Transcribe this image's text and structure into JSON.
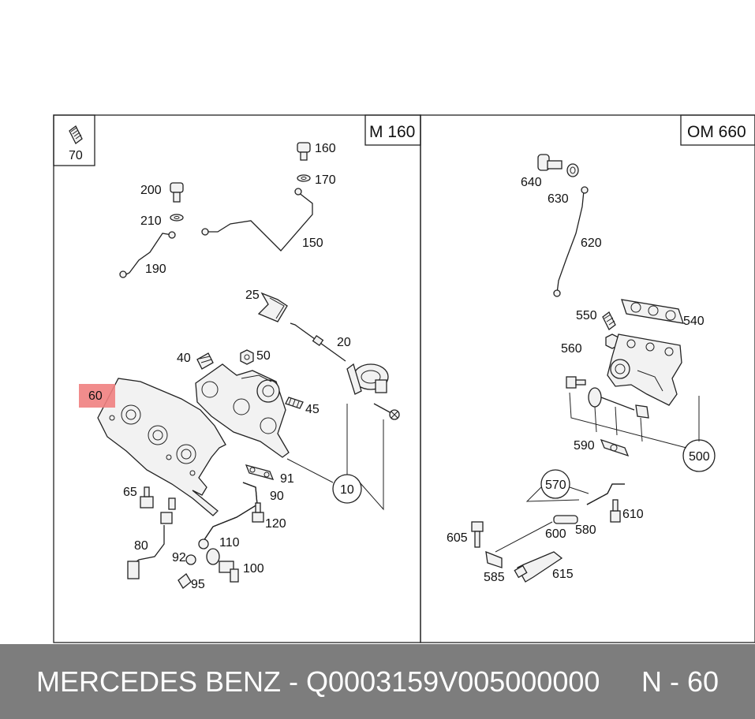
{
  "panels": {
    "left": {
      "engine": "M 160",
      "corner_ref": "70"
    },
    "right": {
      "engine": "OM 660"
    }
  },
  "highlight_label": "60",
  "labels_left": {
    "p160": "160",
    "p170": "170",
    "p200": "200",
    "p210": "210",
    "p150": "150",
    "p190": "190",
    "p25": "25",
    "p20": "20",
    "p40": "40",
    "p50": "50",
    "p45": "45",
    "p10": "10",
    "p91": "91",
    "p90": "90",
    "p65": "65",
    "p120": "120",
    "p80": "80",
    "p110": "110",
    "p92": "92",
    "p100": "100",
    "p95": "95"
  },
  "labels_right": {
    "p640": "640",
    "p630": "630",
    "p620": "620",
    "p550": "550",
    "p540": "540",
    "p560": "560",
    "p590": "590",
    "p500": "500",
    "p570": "570",
    "p610": "610",
    "p605": "605",
    "p600": "600",
    "p580": "580",
    "p585": "585",
    "p615": "615"
  },
  "footer": {
    "part_number": "MERCEDES BENZ - Q0003159V005000000",
    "ref": "N - 60"
  }
}
